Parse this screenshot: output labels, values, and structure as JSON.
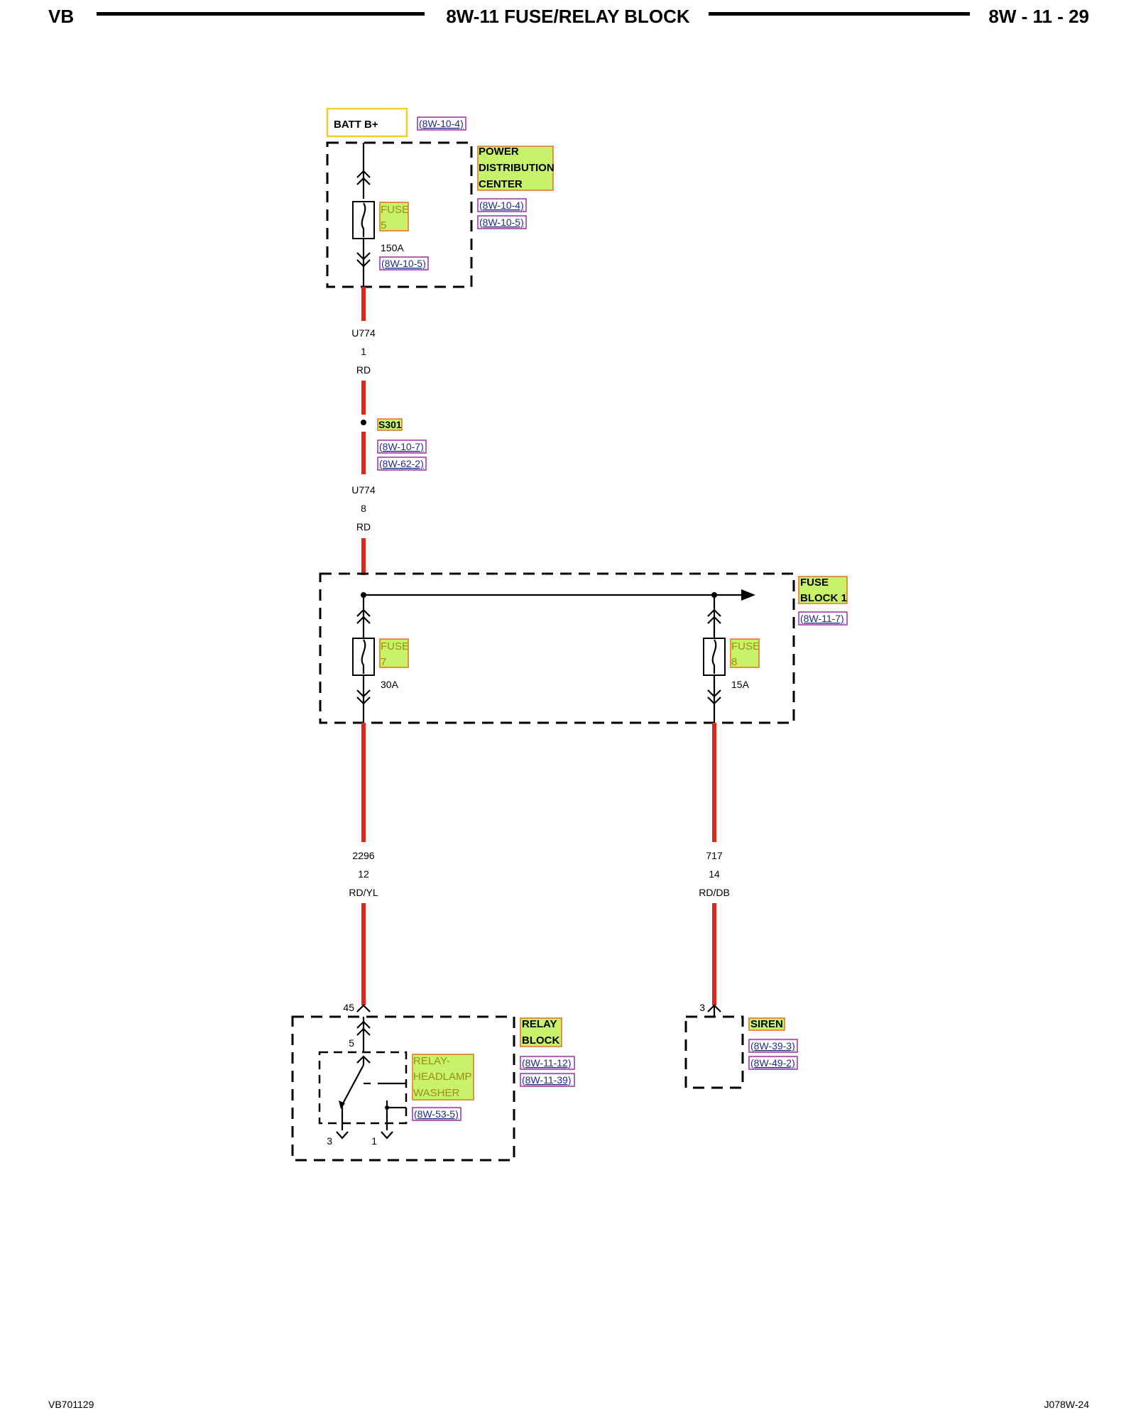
{
  "header": {
    "left": "VB",
    "title": "8W-11 FUSE/RELAY BLOCK",
    "page": "8W - 11 - 29"
  },
  "footer": {
    "left": "VB701129",
    "right": "J078W-24"
  },
  "diagram": {
    "source": {
      "label": "BATT B+",
      "ref": "(8W-10-4)"
    },
    "pdc": {
      "name_lines": [
        "POWER",
        "DISTRIBUTION",
        "CENTER"
      ],
      "refs": [
        "(8W-10-4)",
        "(8W-10-5)"
      ],
      "fuse": {
        "label": "FUSE",
        "number": "5",
        "rating": "150A",
        "ref": "(8W-10-5)"
      }
    },
    "wire1": {
      "circuit": "U774",
      "cavity": "1",
      "color": "RD"
    },
    "splice": {
      "name": "S301",
      "refs": [
        "(8W-10-7)",
        "(8W-62-2)"
      ]
    },
    "wire2": {
      "circuit": "U774",
      "cavity": "8",
      "color": "RD"
    },
    "fuse_block": {
      "name_lines": [
        "FUSE",
        "BLOCK 1"
      ],
      "ref": "(8W-11-7)",
      "fuse_a": {
        "label": "FUSE",
        "number": "7",
        "rating": "30A"
      },
      "fuse_b": {
        "label": "FUSE",
        "number": "8",
        "rating": "15A"
      }
    },
    "wire3": {
      "circuit": "2296",
      "cavity": "12",
      "color": "RD/YL"
    },
    "wire4": {
      "circuit": "717",
      "cavity": "14",
      "color": "RD/DB"
    },
    "relay_block": {
      "name_lines": [
        "RELAY",
        "BLOCK"
      ],
      "refs": [
        "(8W-11-12)",
        "(8W-11-39)"
      ],
      "connector_pin": "45",
      "relay": {
        "name_lines": [
          "RELAY-",
          "HEADLAMP",
          "WASHER"
        ],
        "ref": "(8W-53-5)",
        "pin_in": "5",
        "pin_out_a": "3",
        "pin_out_b": "1"
      }
    },
    "siren": {
      "name": "SIREN",
      "refs": [
        "(8W-39-3)",
        "(8W-49-2)"
      ],
      "pin": "3"
    }
  }
}
